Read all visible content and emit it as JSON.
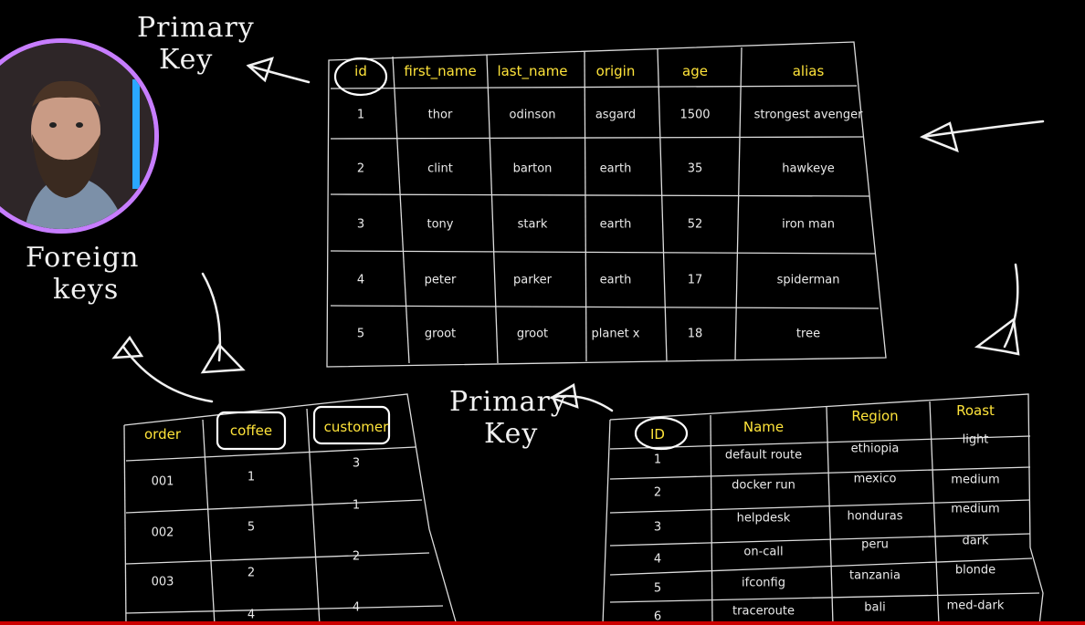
{
  "annotations": {
    "primary_key_top": [
      "Primary",
      "Key"
    ],
    "foreign_keys": [
      "Foreign",
      "keys"
    ],
    "primary_key_bottom": [
      "Primary",
      "Key"
    ]
  },
  "heroes_table": {
    "headers": [
      "id",
      "first_name",
      "last_name",
      "origin",
      "age",
      "alias"
    ],
    "rows": [
      [
        "1",
        "thor",
        "odinson",
        "asgard",
        "1500",
        "strongest avenger"
      ],
      [
        "2",
        "clint",
        "barton",
        "earth",
        "35",
        "hawkeye"
      ],
      [
        "3",
        "tony",
        "stark",
        "earth",
        "52",
        "iron man"
      ],
      [
        "4",
        "peter",
        "parker",
        "earth",
        "17",
        "spiderman"
      ],
      [
        "5",
        "groot",
        "groot",
        "planet x",
        "18",
        "tree"
      ]
    ]
  },
  "orders_table": {
    "headers": [
      "order",
      "coffee",
      "customer"
    ],
    "rows": [
      [
        "001",
        "1",
        "3"
      ],
      [
        "002",
        "5",
        "1"
      ],
      [
        "003",
        "2",
        "2"
      ],
      [
        "",
        "4",
        "4"
      ]
    ]
  },
  "coffee_table": {
    "headers": [
      "ID",
      "Name",
      "Region",
      "Roast"
    ],
    "rows": [
      [
        "1",
        "default route",
        "ethiopia",
        "light"
      ],
      [
        "2",
        "docker run",
        "mexico",
        "medium"
      ],
      [
        "3",
        "helpdesk",
        "honduras",
        "medium"
      ],
      [
        "4",
        "on-call",
        "peru",
        "dark"
      ],
      [
        "5",
        "ifconfig",
        "tanzania",
        "blonde"
      ],
      [
        "6",
        "traceroute",
        "bali",
        "med-dark"
      ]
    ]
  },
  "colors": {
    "header": "#ffe43a",
    "ink": "#f2f2f2",
    "background": "#000000",
    "avatar_ring": "#c77dff",
    "progress": "#cc0000"
  }
}
